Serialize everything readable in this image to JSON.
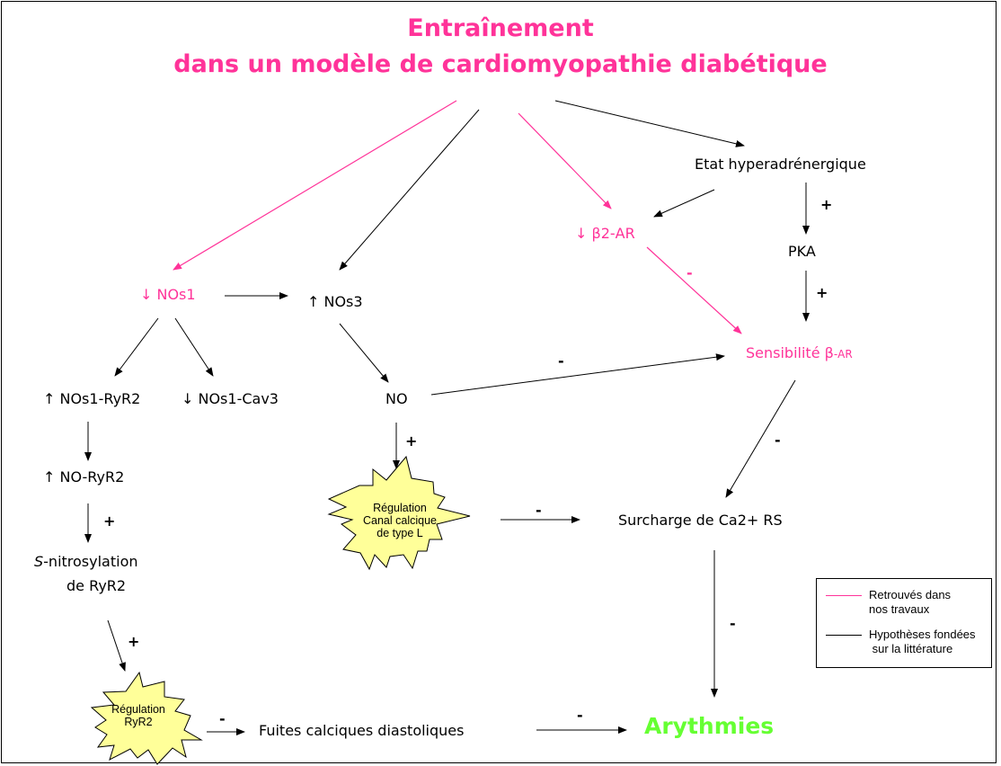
{
  "title": {
    "line1": "Entraînement",
    "line2": "dans un modèle de cardiomyopathie diabétique"
  },
  "nodes": {
    "etat_hyper": "Etat hyperadrénergique",
    "beta2_ar": "↓ β2-AR",
    "pka": "PKA",
    "nos1_down": "↓ NOs1",
    "nos3_up": "↑ NOs3",
    "sensibilite": "Sensibilité β",
    "sensibilite_suffix": "-AR",
    "nos1_ryr2": "↑ NOs1-RyR2",
    "nos1_cav3": "↓ NOs1-Cav3",
    "no": "NO",
    "no_ryr2": "↑ NO-RyR2",
    "s_prefix": "S",
    "s_nitro": "-nitrosylation",
    "de_ryr2": "de RyR2",
    "surcharge": "Surcharge de Ca2+ RS",
    "fuites": "Fuites calciques diastoliques",
    "arythmies": "Arythmies"
  },
  "stars": {
    "canal_line1": "Régulation",
    "canal_line2": "Canal calcique",
    "canal_line3": "de type L",
    "ryr2_line1": "Régulation",
    "ryr2_line2": "RyR2"
  },
  "signs": {
    "plus": "+",
    "minus": "-"
  },
  "legend": {
    "pink_label_1": "Retrouvés dans",
    "pink_label_2": "nos travaux",
    "black_label_1": "Hypothèses fondées",
    "black_label_2": " sur la littérature"
  },
  "colors": {
    "pink": "#ff3399",
    "black": "#000000",
    "star_fill": "#ffff99",
    "arythmies": "#66ff33"
  }
}
